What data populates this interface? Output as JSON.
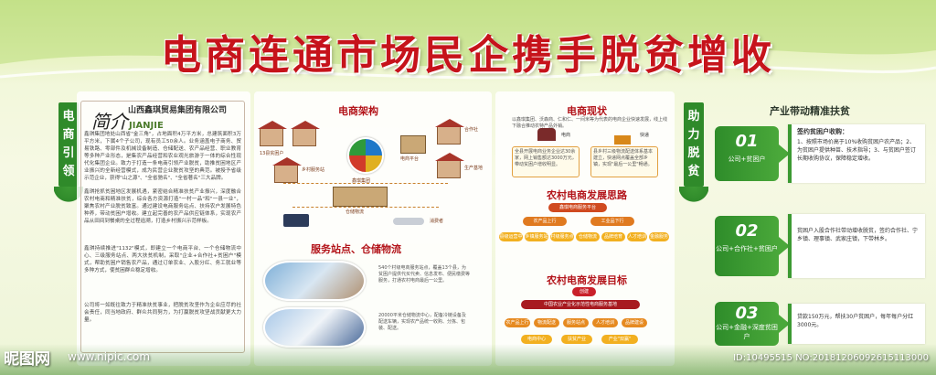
{
  "title": "电商连通市场民企携手脱贫增收",
  "left_banner": [
    "电",
    "商",
    "引",
    "领"
  ],
  "right_banner": [
    "助",
    "力",
    "脱",
    "贫"
  ],
  "intro": {
    "heading_cn": "简介",
    "heading_en": "JIANJIE",
    "company": "山西鑫琪贸易集团有限公司",
    "para1": "鑫琪集团地处山西省\"金三角\"，占地面积4万平方米，总建筑面积3万平方米，下属4个子公司，现有员工50余人。业务涵盖电子商务、贸易铁路、零部件及机械设备制造、仓储配送、农产品经营、职业教育等多种产业形态，是集农产品经营和农业观光旅游于一体的综合性现代化集团企业。致力于打造一条电商引领产业脱贫，助推贫困地区产业振兴的全新经营模式，成为民营企业脱贫攻坚的典范。被授予省级示范企业，获得\"山之源\"、\"全省驰名\"、\"全省著名\"三大品牌。",
    "para2": "鑫琪抢抓贫困地区发展机遇，紧密结合精准扶贫产业振兴，深度融合农村电商和精准扶贫，综合各方资源打造\"一村一品\"和\"一县一业\"，聚焦农村产业脱贫致富。通过建设电商服务站点、扶持农户发展特色种养，带动贫困户增收。建立起完善的农产品供应链体系，实现农产品从田间到餐桌的全过程追溯，打造乡村振兴示范样板。",
    "para3": "鑫琪持续推进\"1132\"模式，即建立一个电商平台、一个仓储物流中心、三级服务站点、两大扶贫机制，采取\"企业+合作社+贫困户\"模式，帮助贫困户销售农产品，通过订单农业、入股分红、务工就业等多种方式，使贫困群众稳定增收。",
    "para4": "公司将一如既往致力于精准扶贫事业，把脱贫攻坚作为企业应尽的社会责任，同当地政府、群众共同努力，为打赢脱贫攻坚战贡献更大力量。"
  },
  "architecture": {
    "title": "电商架构",
    "center_label": "鑫琪集团",
    "labels": [
      "13县贫困户",
      "乡村服务站",
      "电商平台",
      "仓储物流",
      "消费者",
      "合作社",
      "生产基地"
    ]
  },
  "services": {
    "title": "服务站点、仓储物流",
    "text1": "540个村级电商服务站点，覆盖13个县，为贫困户提供代买代卖、信息发布、便民缴费等服务，打通农村电商最后一公里。",
    "text2": "20000平米仓储物流中心，配备冷链设备及配送车辆，实现农产品统一收购、分拣、包装、配送。"
  },
  "status": {
    "title": "电商现状",
    "intro": "以鑫琪集团、沃森商、仁和仁、一间米等为代表的电商企业快速发展，线上线下融合推动农特产品外销。",
    "label_left": "电商",
    "label_right": "快递",
    "box_left": "全县开展电商业务企业达30余家，网上销售额达3000万元，带动贫困户增收明显。",
    "box_right": "县乡村三级物流配送体系基本建立，快递网点覆盖全部乡镇，实现\"最后一公里\"畅通。"
  },
  "ideas": {
    "title": "农村电商发展思路",
    "root": "鑫琪电商服务平台",
    "level1": [
      "农产品上行",
      "工业品下行"
    ],
    "level2": [
      "县级运营中心",
      "乡镇服务站",
      "村级服务点",
      "仓储物流",
      "品牌培育",
      "人才培训",
      "金融服务"
    ]
  },
  "goals": {
    "title": "农村电商发展目标",
    "tag": "创建",
    "banner": "中国农业产业化示范性电商服务基地",
    "items": [
      "农产品上行",
      "物流配送",
      "服务站点",
      "人才培训",
      "品牌建设"
    ],
    "bottom": [
      "电商中心",
      "扶贫产业",
      "产业\"双赢\""
    ]
  },
  "poverty": {
    "title": "产业带动精准扶贫",
    "steps": [
      {
        "num": "01",
        "label": "公司+贫困户",
        "head": "签约贫困户收购：",
        "text": "1、按照市场价高于10%收购贫困户农产品；2、为贫困户提供种苗、技术指导；3、与贫困户签订长期收购协议，保障稳定增收。"
      },
      {
        "num": "02",
        "label": "公司+合作社+贫困户",
        "head": "",
        "text": "贫困户入股合作社带动增收脱贫，签约合作社、宁乡镇、理事镇、武家庄镇，下带林乡。"
      },
      {
        "num": "03",
        "label": "公司+金融+深度贫困户",
        "head": "",
        "text": "贷款150万元，帮扶30户贫困户，每年每户分红3000元。"
      }
    ]
  },
  "footer": {
    "logo": "昵图网",
    "url": "www.nipic.com",
    "id": "ID:10495515 NO:20181206092615113000"
  },
  "colors": {
    "title": "#c6131b",
    "green": "#2f8a2a",
    "section": "#b3141a"
  }
}
